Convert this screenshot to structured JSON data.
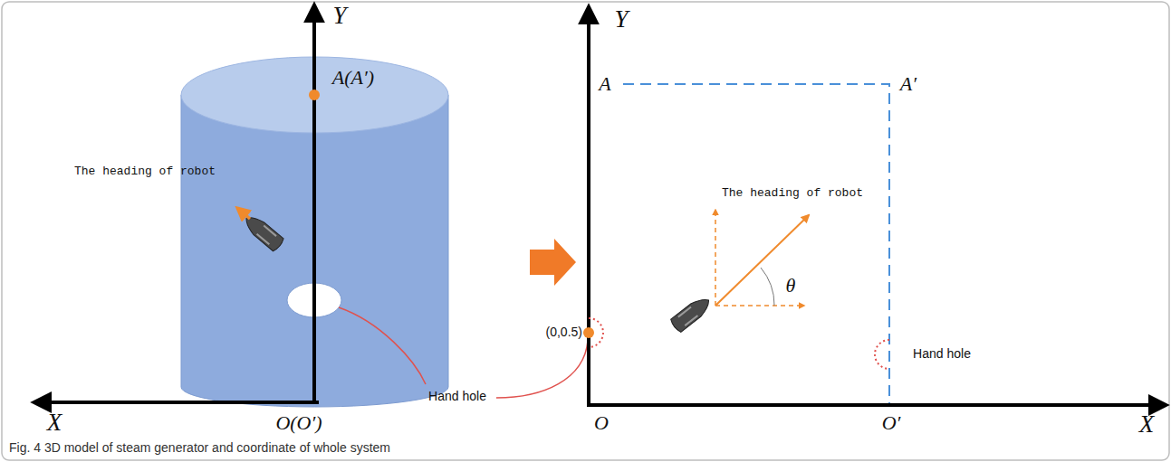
{
  "diagram": {
    "caption": "Fig. 4 3D model of steam generator and coordinate of whole system",
    "labels": [
      "Y",
      "A(A′)",
      "The heading of robot",
      "X",
      "O(O′)",
      "Hand hole",
      "Y",
      "A",
      "A′",
      "The heading of robot",
      "θ",
      "(0,0.5)",
      "Hand hole",
      "O",
      "O′",
      "X"
    ]
  }
}
